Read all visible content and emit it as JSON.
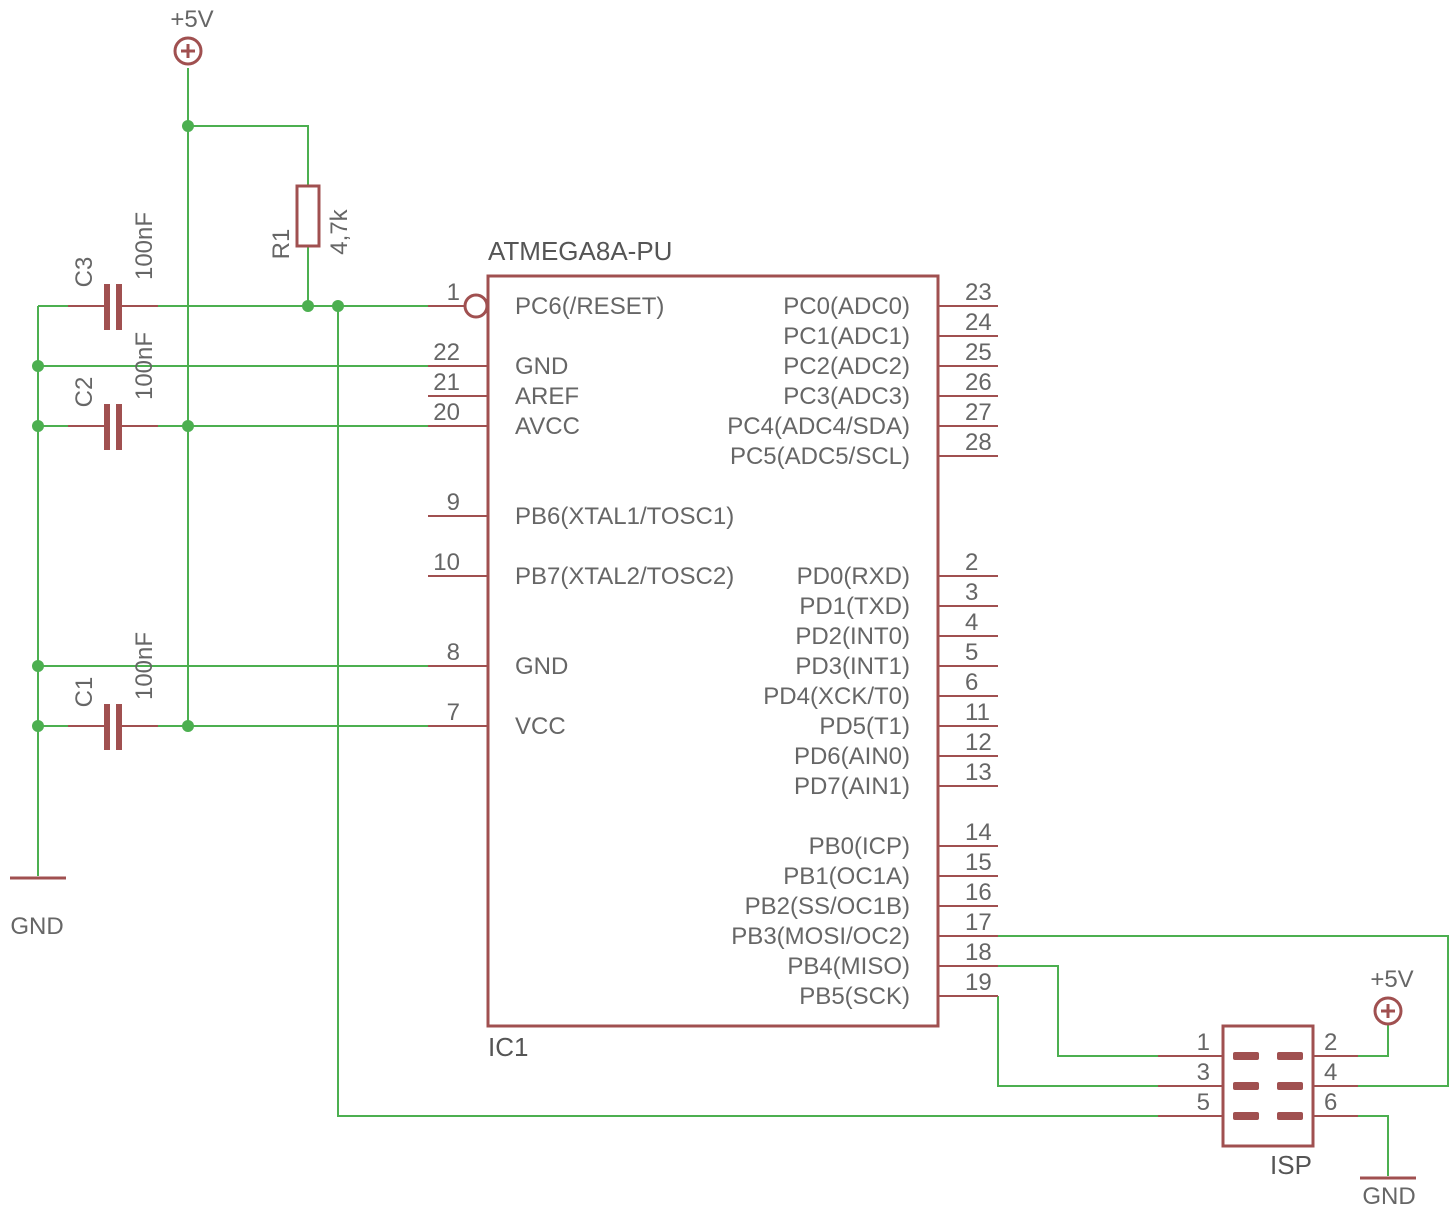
{
  "chip": {
    "name": "ATMEGA8A-PU",
    "ref": "IC1",
    "left_pins": [
      {
        "num": "1",
        "label": "PC6(/RESET)"
      },
      {
        "num": "22",
        "label": "GND"
      },
      {
        "num": "21",
        "label": "AREF"
      },
      {
        "num": "20",
        "label": "AVCC"
      },
      {
        "num": "9",
        "label": "PB6(XTAL1/TOSC1)"
      },
      {
        "num": "10",
        "label": "PB7(XTAL2/TOSC2)"
      },
      {
        "num": "8",
        "label": "GND"
      },
      {
        "num": "7",
        "label": "VCC"
      }
    ],
    "right_pins": [
      {
        "num": "23",
        "label": "PC0(ADC0)"
      },
      {
        "num": "24",
        "label": "PC1(ADC1)"
      },
      {
        "num": "25",
        "label": "PC2(ADC2)"
      },
      {
        "num": "26",
        "label": "PC3(ADC3)"
      },
      {
        "num": "27",
        "label": "PC4(ADC4/SDA)"
      },
      {
        "num": "28",
        "label": "PC5(ADC5/SCL)"
      },
      {
        "num": "2",
        "label": "PD0(RXD)"
      },
      {
        "num": "3",
        "label": "PD1(TXD)"
      },
      {
        "num": "4",
        "label": "PD2(INT0)"
      },
      {
        "num": "5",
        "label": "PD3(INT1)"
      },
      {
        "num": "6",
        "label": "PD4(XCK/T0)"
      },
      {
        "num": "11",
        "label": "PD5(T1)"
      },
      {
        "num": "12",
        "label": "PD6(AIN0)"
      },
      {
        "num": "13",
        "label": "PD7(AIN1)"
      },
      {
        "num": "14",
        "label": "PB0(ICP)"
      },
      {
        "num": "15",
        "label": "PB1(OC1A)"
      },
      {
        "num": "16",
        "label": "PB2(SS/OC1B)"
      },
      {
        "num": "17",
        "label": "PB3(MOSI/OC2)"
      },
      {
        "num": "18",
        "label": "PB4(MISO)"
      },
      {
        "num": "19",
        "label": "PB5(SCK)"
      }
    ]
  },
  "resistor": {
    "ref": "R1",
    "value": "4,7k"
  },
  "capacitors": [
    {
      "ref": "C3",
      "value": "100nF"
    },
    {
      "ref": "C2",
      "value": "100nF"
    },
    {
      "ref": "C1",
      "value": "100nF"
    }
  ],
  "power": {
    "supply_top": "+5V",
    "gnd_left": "GND",
    "supply_isp": "+5V",
    "gnd_isp": "GND"
  },
  "isp": {
    "ref": "ISP",
    "pins_left": [
      "1",
      "3",
      "5"
    ],
    "pins_right": [
      "2",
      "4",
      "6"
    ]
  },
  "colors": {
    "wire": "#4caf50",
    "symbol": "#a05050",
    "text": "#666666"
  }
}
